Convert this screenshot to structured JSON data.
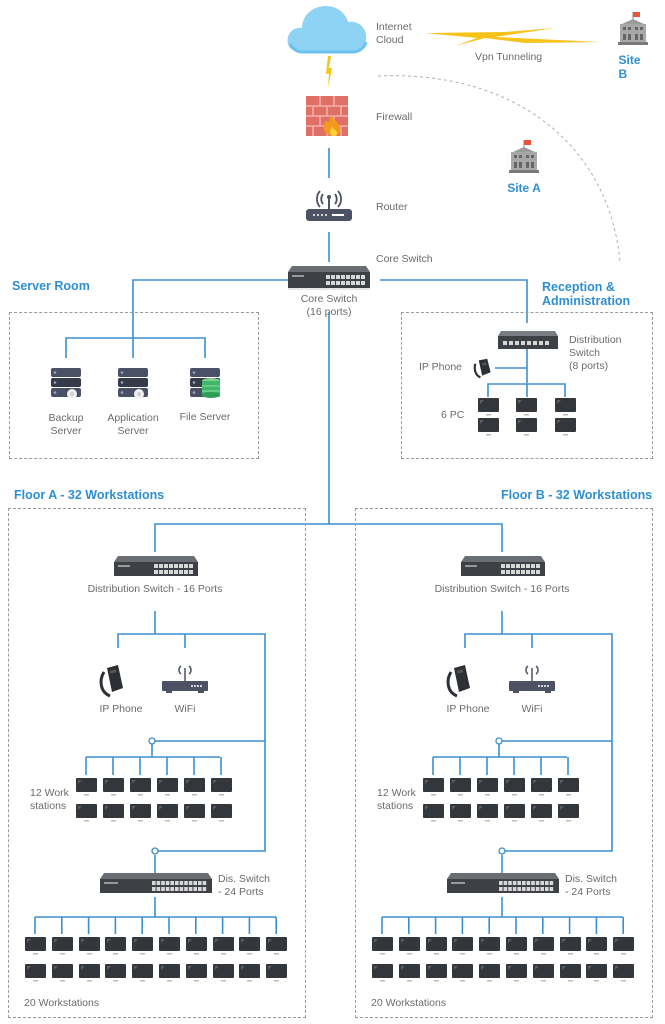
{
  "title": "Network Topology Diagram",
  "colors": {
    "link": "#3b8fd0",
    "section_title": "#2f8fd3",
    "label": "#6b6b6b",
    "cloud": "#8fd3f4",
    "vpn_bolt": "#f5c518",
    "monitor": "#33373b",
    "server": "#4a5166",
    "file_db": "#3fb66b"
  },
  "top": {
    "internet_cloud": "Internet\nCloud",
    "vpn": "Vpn Tunneling",
    "site_b": "Site B",
    "site_a": "Site A",
    "firewall": "Firewall",
    "router": "Router",
    "core_switch_top": "Core Switch",
    "core_switch": "Core Switch\n(16 ports)"
  },
  "server_room": {
    "title": "Server Room",
    "servers": [
      {
        "label": "Backup\nServer",
        "icon": "backup-server-icon"
      },
      {
        "label": "Application\nServer",
        "icon": "application-server-icon"
      },
      {
        "label": "File Server",
        "icon": "file-server-icon"
      }
    ]
  },
  "reception": {
    "title": "Reception &\nAdministration",
    "switch": "Distribution\nSwitch\n(8 ports)",
    "ip_phone": "IP Phone",
    "pcs": "6 PC",
    "pc_count": 6
  },
  "floors": [
    {
      "title": "Floor A - 32 Workstations",
      "dist_switch": "Distribution Switch - 16 Ports",
      "ip_phone": "IP Phone",
      "wifi": "WiFi",
      "group1_label": "12 Work\nstations",
      "group1_count": 12,
      "dis_switch": "Dis. Switch\n- 24 Ports",
      "group2_label": "20 Workstations",
      "group2_count": 20
    },
    {
      "title": "Floor B - 32 Workstations",
      "dist_switch": "Distribution Switch - 16 Ports",
      "ip_phone": "IP Phone",
      "wifi": "WiFi",
      "group1_label": "12 Work\nstations",
      "group1_count": 12,
      "dis_switch": "Dis. Switch\n- 24 Ports",
      "group2_label": "20 Workstations",
      "group2_count": 20
    }
  ]
}
